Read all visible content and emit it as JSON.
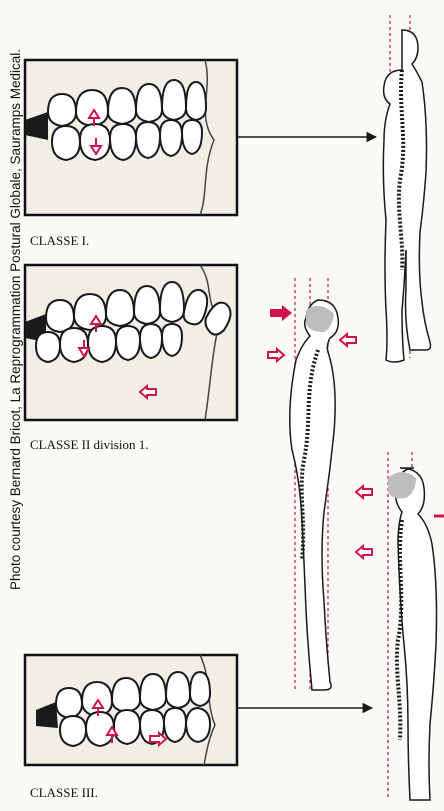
{
  "credit": "Photo courtesy Bernard Bricot, La Reprogrammation Postural Globale, Sauramps Medical.",
  "panels": [
    {
      "label": "CLASSE I."
    },
    {
      "label": "CLASSE II division 1."
    },
    {
      "label": "CLASSE III."
    }
  ],
  "colors": {
    "accent": "#d0124a",
    "ink": "#1a1a1a",
    "paper": "#fbfaf6",
    "head_fill": "#bdbdbd",
    "panel_bg": "#f1eee6"
  }
}
